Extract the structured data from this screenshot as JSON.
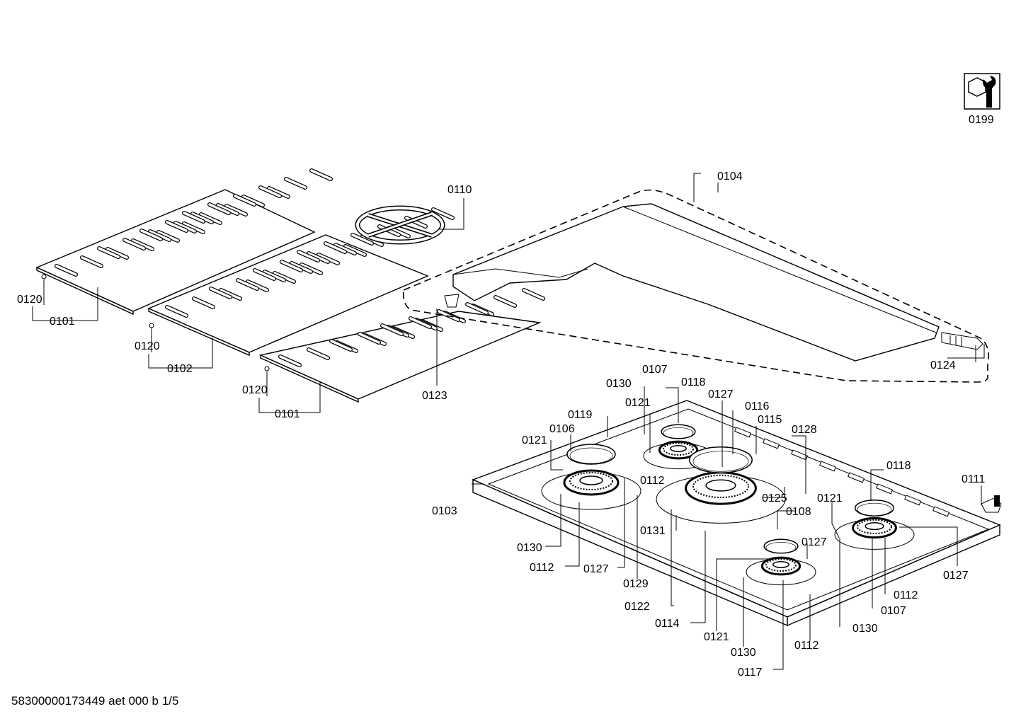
{
  "document_id": "58300000173449 aet 000 b 1/5",
  "labels": {
    "l0199": "0199",
    "l0104": "0104",
    "l0110": "0110",
    "l0120a": "0120",
    "l0101a": "0101",
    "l0120b": "0120",
    "l0102": "0102",
    "l0120c": "0120",
    "l0101b": "0101",
    "l0123": "0123",
    "l0124": "0124",
    "l0107a": "0107",
    "l0118a": "0118",
    "l0130a": "0130",
    "l0121a": "0121",
    "l0127a": "0127",
    "l0116": "0116",
    "l0115": "0115",
    "l0128": "0128",
    "l0119": "0119",
    "l0106": "0106",
    "l0121b": "0121",
    "l0112a": "0112",
    "l0118b": "0118",
    "l0111": "0111",
    "l0103": "0103",
    "l0125": "0125",
    "l0121c": "0121",
    "l0108": "0108",
    "l0131": "0131",
    "l0127b": "0127",
    "l0130b": "0130",
    "l0112b": "0112",
    "l0127c": "0127",
    "l0129": "0129",
    "l0127d": "0127",
    "l0112c": "0112",
    "l0107b": "0107",
    "l0122": "0122",
    "l0114": "0114",
    "l0130c": "0130",
    "l0121d": "0121",
    "l0130d": "0130",
    "l0112d": "0112",
    "l0117": "0117"
  },
  "icons": {
    "tool": "wrench-nut-icon"
  }
}
